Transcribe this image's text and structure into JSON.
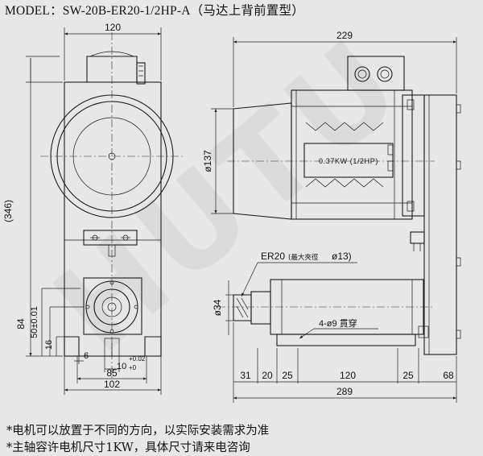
{
  "header": {
    "title": "MODEL：SW-20B-ER20-1/2HP-A（马达上背前置型）"
  },
  "watermark": {
    "text": "HUTU"
  },
  "front_view": {
    "dims": {
      "top_width": "120",
      "overall_height": "(346)",
      "height_84": "84",
      "height_50": "50±0.01",
      "height_16": "16",
      "slot_6": "6",
      "slot_10": "10",
      "slot_10_tol_upper": "+0.02",
      "slot_10_tol_lower": "+0",
      "width_85": "85",
      "width_102": "102"
    }
  },
  "side_view": {
    "motor_label": "0.37KW  (1/2HP)",
    "dims": {
      "top_width": "229",
      "motor_dia": "ø137",
      "spindle_dia": "ø34",
      "seg_31": "31",
      "seg_20": "20",
      "seg_25a": "25",
      "seg_120": "120",
      "seg_25b": "25",
      "seg_68": "68",
      "overall_length": "289"
    },
    "callouts": {
      "collet_main": "ER20",
      "collet_sub": "(最大夾徑",
      "collet_dia": "ø13)",
      "holes": "4-ø9 貫穿"
    }
  },
  "notes": [
    "*电机可以放置于不同的方向，以实际安装需求为准",
    "*主轴容许电机尺寸1KW，具体尺寸请来电咨询"
  ]
}
